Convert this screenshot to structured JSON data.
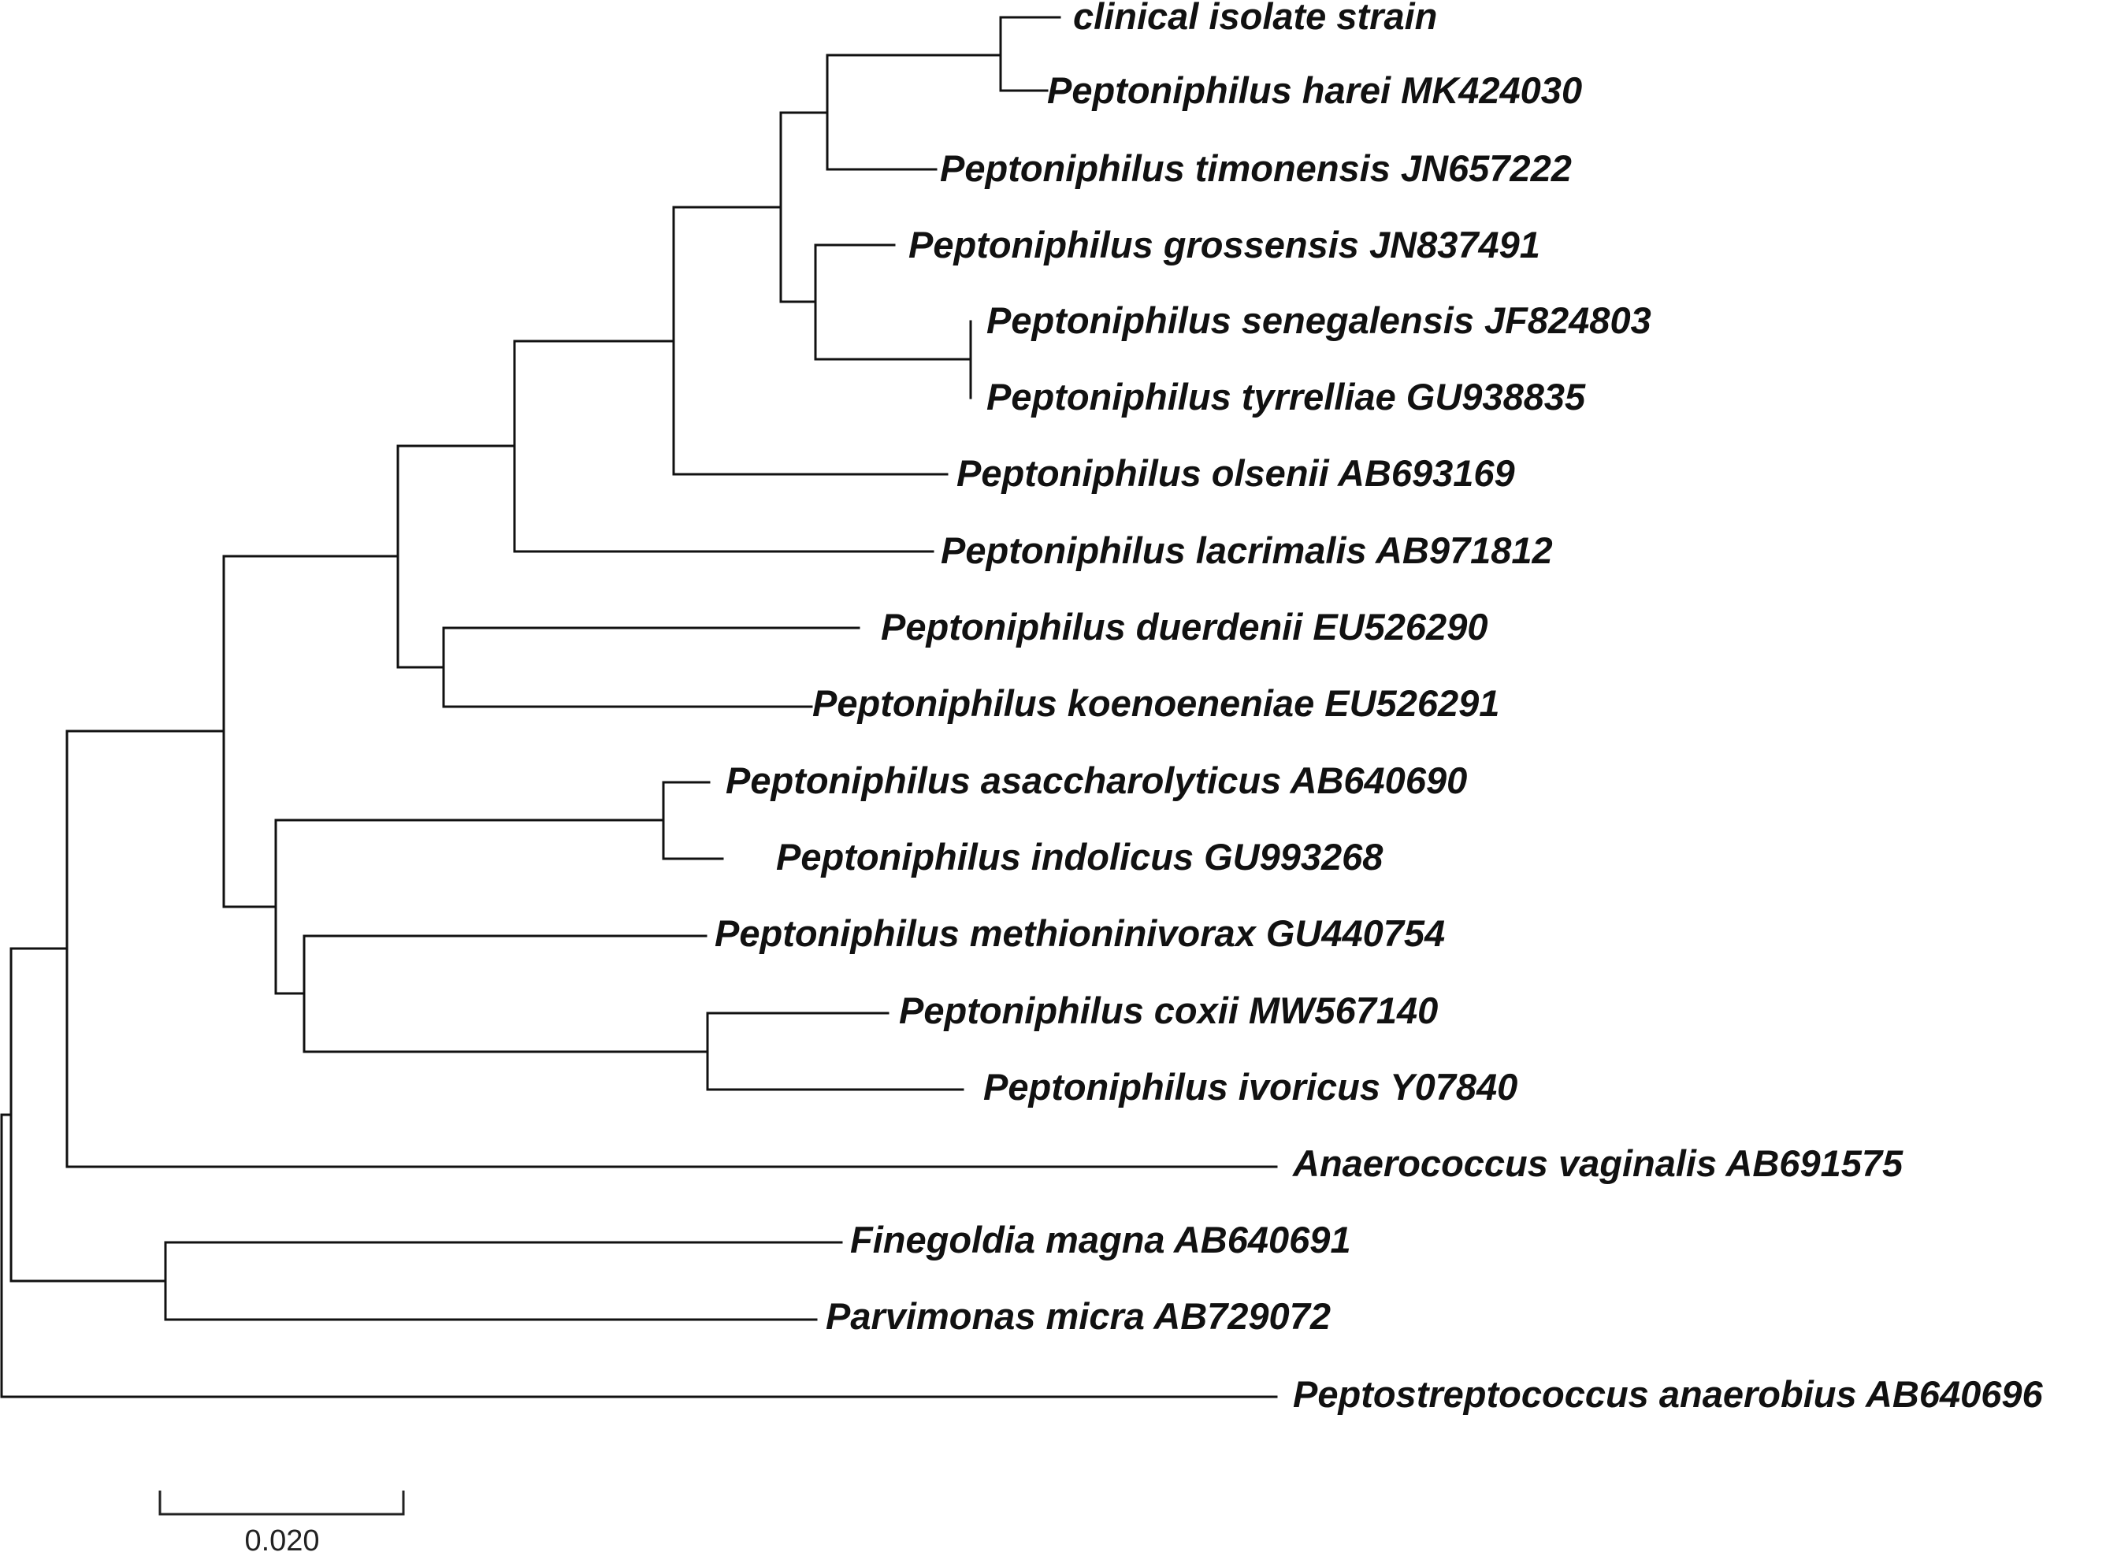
{
  "tree": {
    "leaves": [
      "clinical isolate strain",
      "Peptoniphilus harei MK424030",
      "Peptoniphilus timonensis JN657222",
      "Peptoniphilus grossensis JN837491",
      "Peptoniphilus senegalensis JF824803",
      "Peptoniphilus tyrrelliae GU938835",
      "Peptoniphilus olsenii AB693169",
      "Peptoniphilus lacrimalis AB971812",
      "Peptoniphilus duerdenii EU526290",
      "Peptoniphilus koenoeneniae EU526291",
      "Peptoniphilus asaccharolyticus AB640690",
      "Peptoniphilus indolicus GU993268",
      "Peptoniphilus methioninivorax GU440754",
      "Peptoniphilus coxii MW567140",
      "Peptoniphilus ivoricus Y07840",
      "Anaerococcus vaginalis AB691575",
      "Finegoldia magna AB640691",
      "Parvimonas micra AB729072",
      "Peptostreptococcus anaerobius AB640696"
    ]
  },
  "scale_bar": {
    "label": "0.020",
    "value": 0.02
  }
}
